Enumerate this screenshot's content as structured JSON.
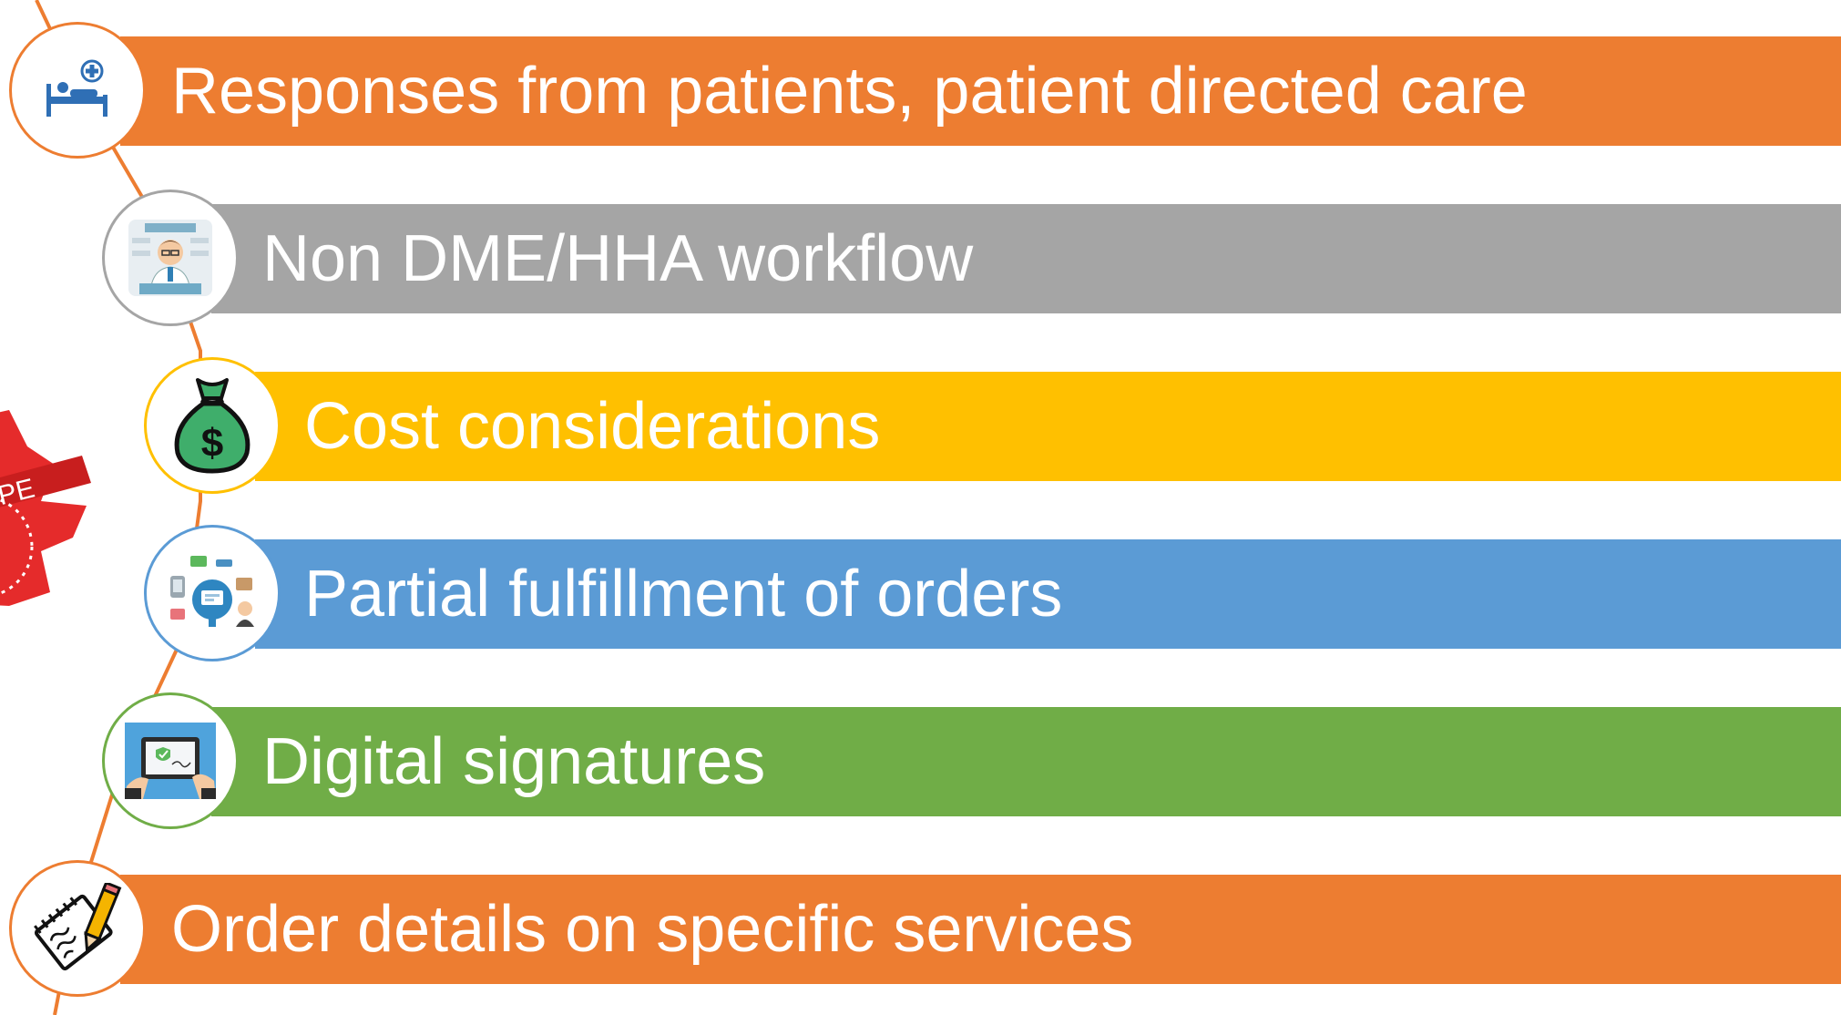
{
  "items": [
    {
      "label": "Responses from patients, patient directed care",
      "color": "#ED7D31",
      "icon": "hospital-bed-icon"
    },
    {
      "label": "Non DME/HHA workflow",
      "color": "#A5A5A5",
      "icon": "pharmacist-icon"
    },
    {
      "label": "Cost considerations",
      "color": "#FFC000",
      "icon": "money-bag-icon"
    },
    {
      "label": "Partial fulfillment of orders",
      "color": "#5B9BD5",
      "icon": "order-network-icon"
    },
    {
      "label": "Digital signatures",
      "color": "#70AD47",
      "icon": "tablet-signature-icon"
    },
    {
      "label": "Order details on specific services",
      "color": "#ED7D31",
      "icon": "notepad-pencil-icon"
    }
  ],
  "badge": {
    "visible_text": "PE",
    "color": "#E52B2B"
  },
  "connector_color": "#ED7D31"
}
